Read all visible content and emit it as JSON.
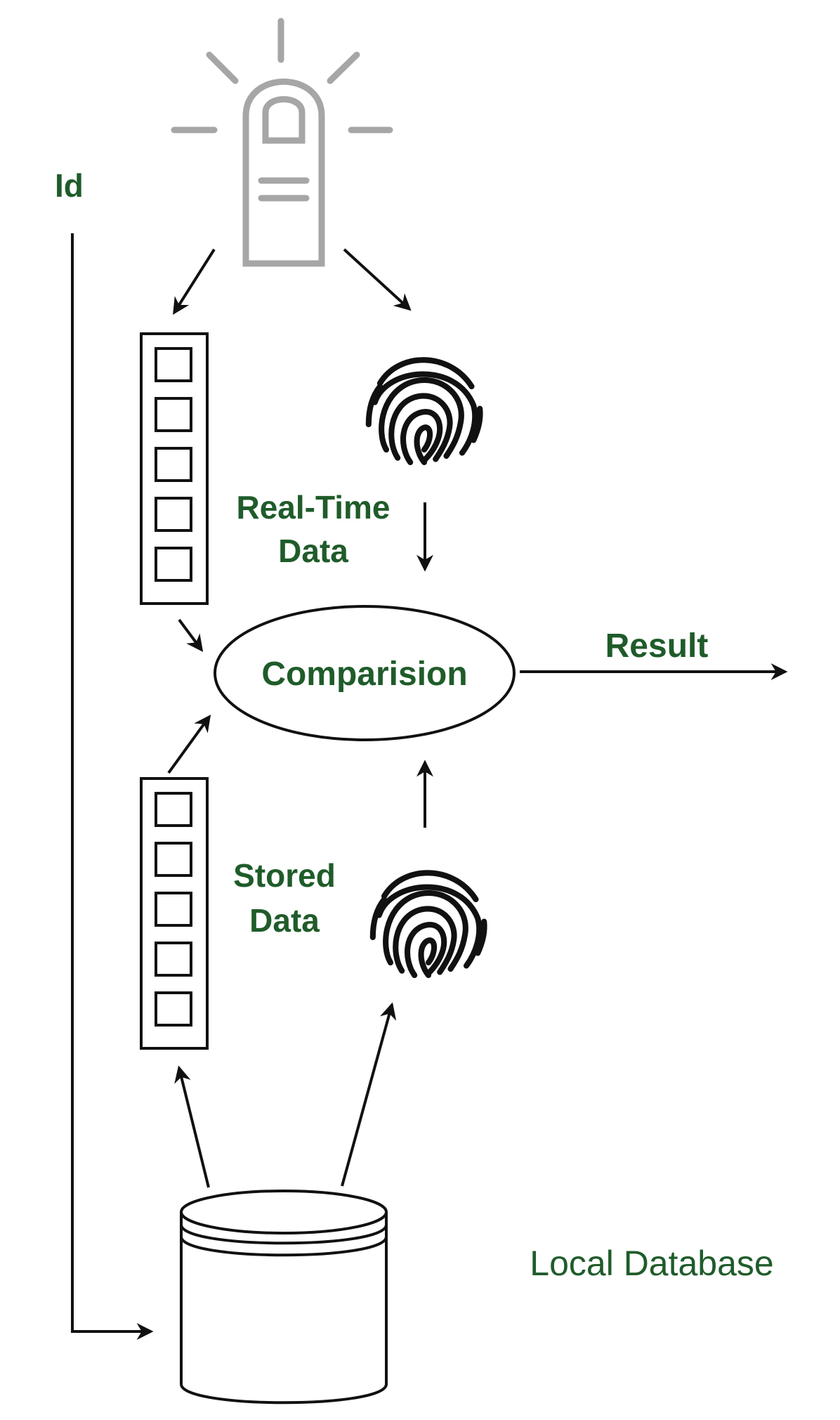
{
  "labels": {
    "id": "Id",
    "real_time_line1": "Real-Time",
    "real_time_line2": "Data",
    "comparison": "Comparision",
    "result": "Result",
    "stored_line1": "Stored",
    "stored_line2": "Data",
    "local_database": "Local Database"
  },
  "colors": {
    "label_text": "#1f5c2a",
    "stroke": "#111111",
    "finger_icon": "#a6a6a6",
    "background": "#ffffff"
  },
  "icons": {
    "finger_touch": "finger-touch-icon",
    "fingerprint": "fingerprint-icon",
    "database": "database-icon",
    "feature_vector": "feature-vector-icon"
  }
}
